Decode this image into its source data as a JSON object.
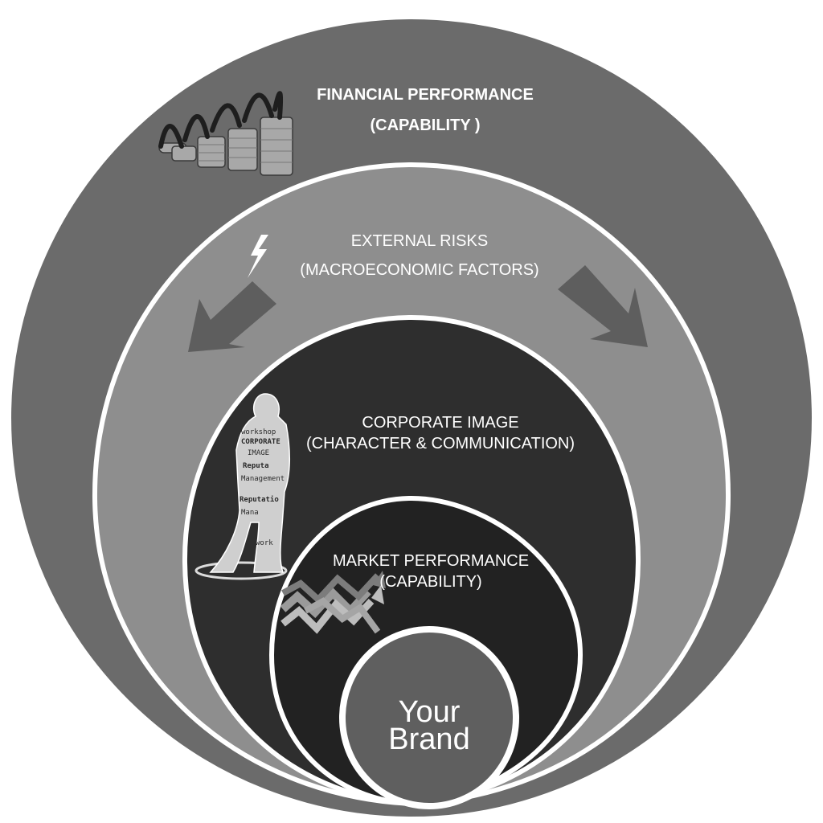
{
  "rings": {
    "financial": {
      "title": "FINANCIAL PERFORMANCE",
      "subtitle": "(CAPABILITY )"
    },
    "external": {
      "title": "EXTERNAL RISKS",
      "subtitle": "(MACROECONOMIC FACTORS)"
    },
    "corporate": {
      "title": "CORPORATE IMAGE",
      "subtitle": "(CHARACTER & COMMUNICATION)"
    },
    "market": {
      "title": "MARKET PERFORMANCE",
      "subtitle": "(CAPABILITY)"
    },
    "core": {
      "line1": "Your",
      "line2": "Brand"
    }
  },
  "figure_words": [
    "workshop",
    "CORPORATE",
    "IMAGE",
    "Reputa",
    "Management",
    "Reputatio",
    "Mana",
    "work"
  ],
  "icons": [
    "coin-stacks-icon",
    "lightning-icon",
    "arrow-down-left-icon",
    "arrow-down-right-icon",
    "person-silhouette-icon",
    "zigzag-arrows-icon"
  ],
  "colors": {
    "outer_ring": "#6b6b6b",
    "external_ring": "#8e8e8e",
    "corporate_ring": "#2e2e2e",
    "market_ring": "#222222",
    "core": "#5f5f5f",
    "border": "#ffffff"
  }
}
